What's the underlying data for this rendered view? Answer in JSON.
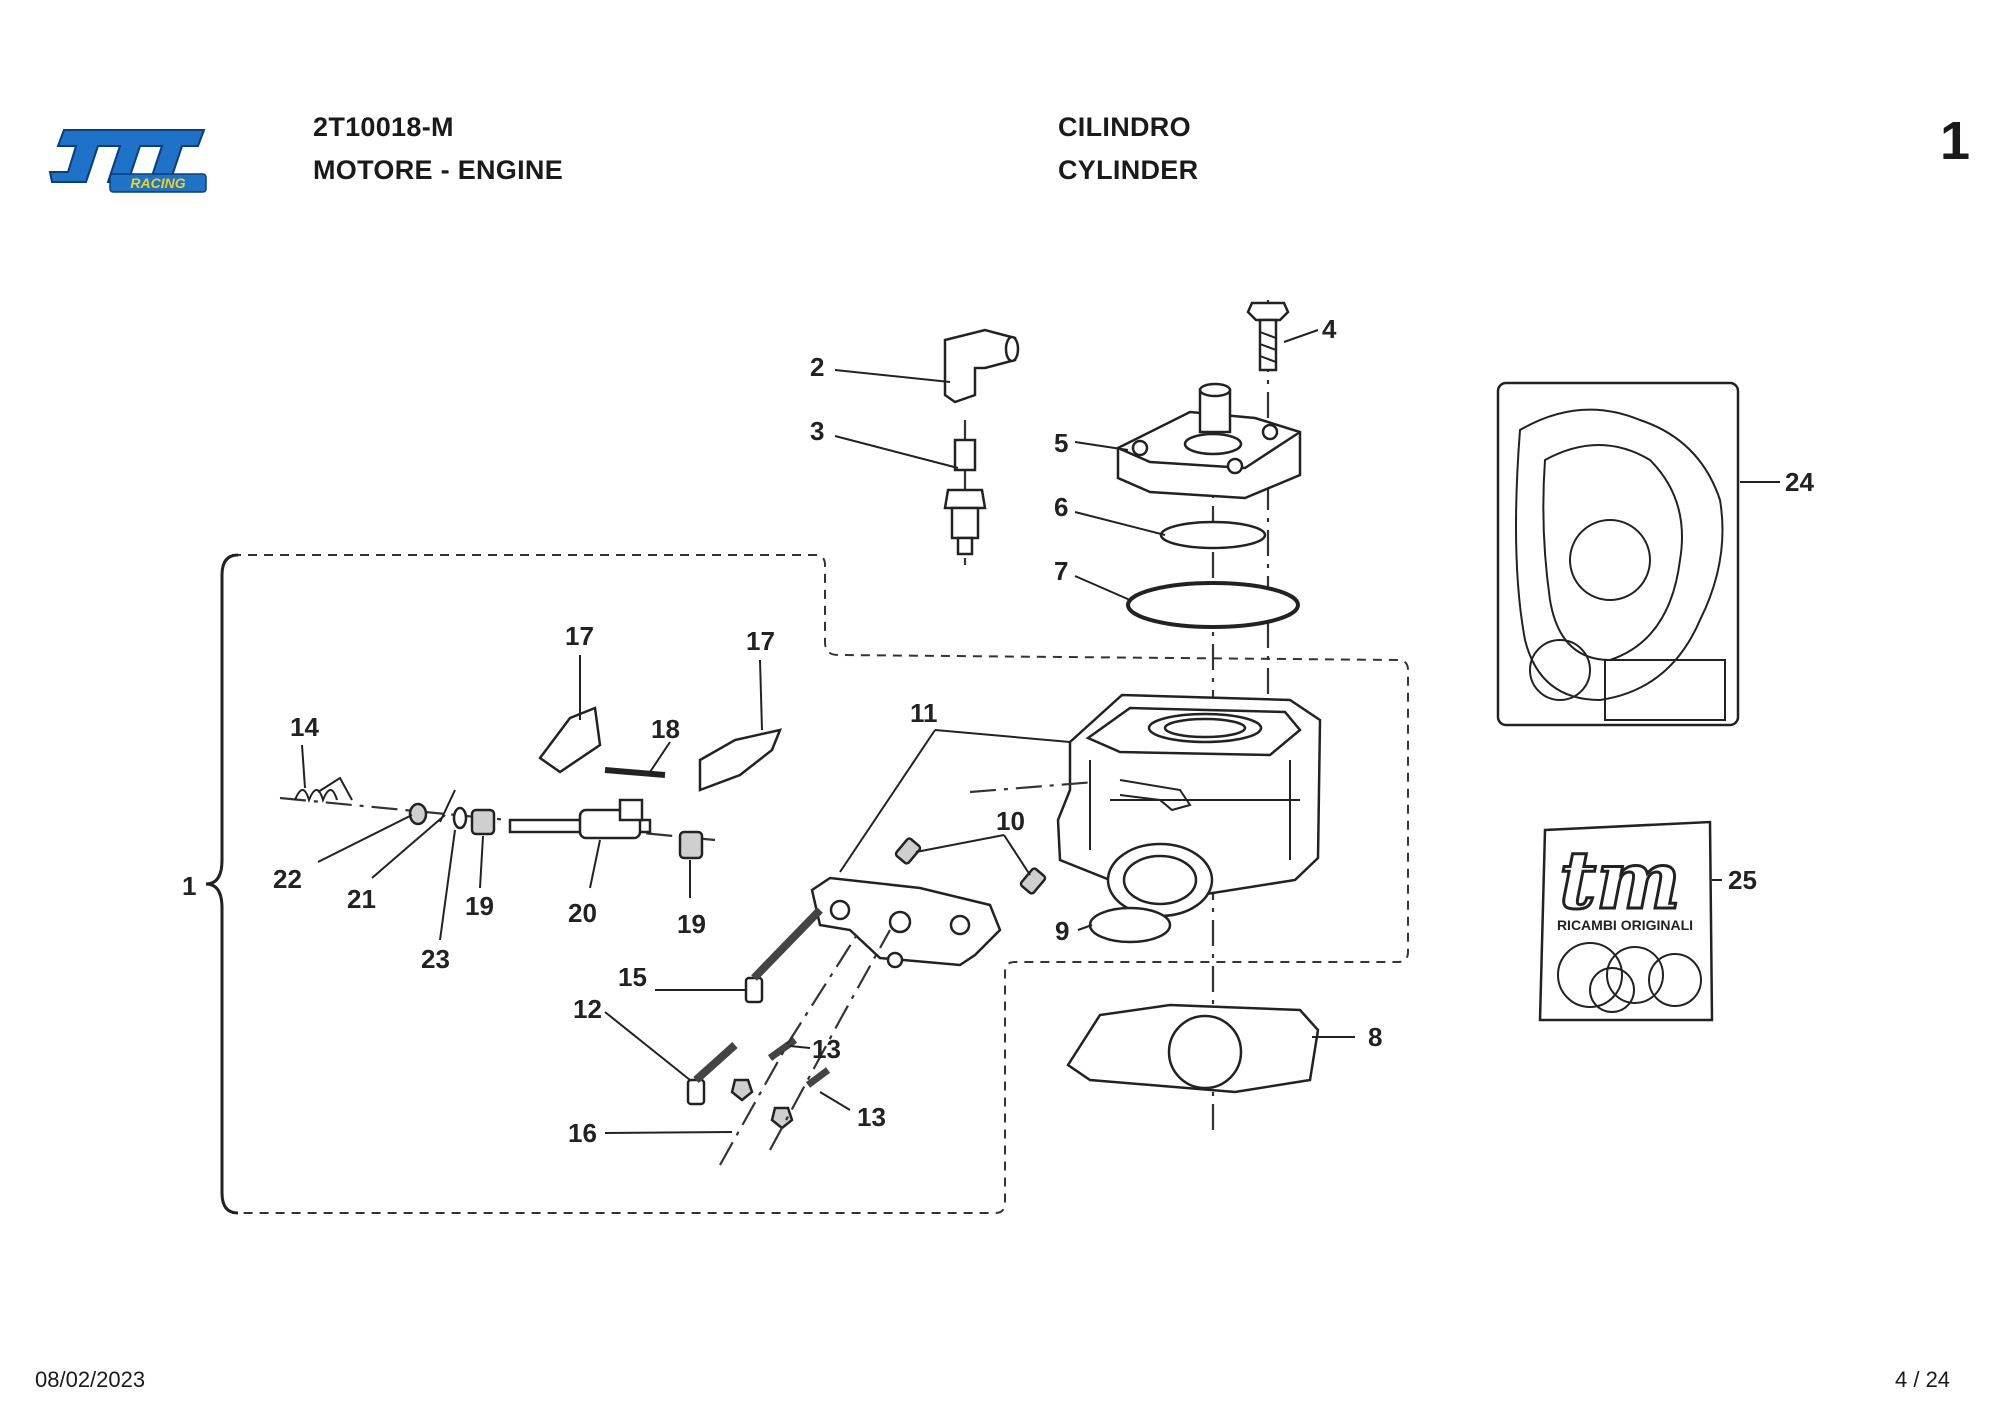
{
  "brand": {
    "logo_text": "tm",
    "logo_subtext": "RACING",
    "primary_color": "#1e73c8",
    "accent_color": "#f0d31a"
  },
  "header": {
    "code": "2T10018-M",
    "group": "MOTORE - ENGINE",
    "title_it": "CILINDRO",
    "title_en": "CYLINDER",
    "page_ref": "1"
  },
  "footer": {
    "date": "08/02/2023",
    "page": "4 / 24"
  },
  "kit": {
    "bag_brand": "tm",
    "bag_text": "RICAMBI ORIGINALI"
  },
  "callouts": {
    "c1": "1",
    "c2": "2",
    "c3": "3",
    "c4": "4",
    "c5": "5",
    "c6": "6",
    "c7": "7",
    "c8": "8",
    "c9": "9",
    "c10": "10",
    "c11": "11",
    "c12": "12",
    "c13a": "13",
    "c13b": "13",
    "c14": "14",
    "c15": "15",
    "c16": "16",
    "c17a": "17",
    "c17b": "17",
    "c18": "18",
    "c19a": "19",
    "c19b": "19",
    "c20": "20",
    "c21": "21",
    "c22": "22",
    "c23": "23",
    "c24": "24",
    "c25": "25"
  }
}
